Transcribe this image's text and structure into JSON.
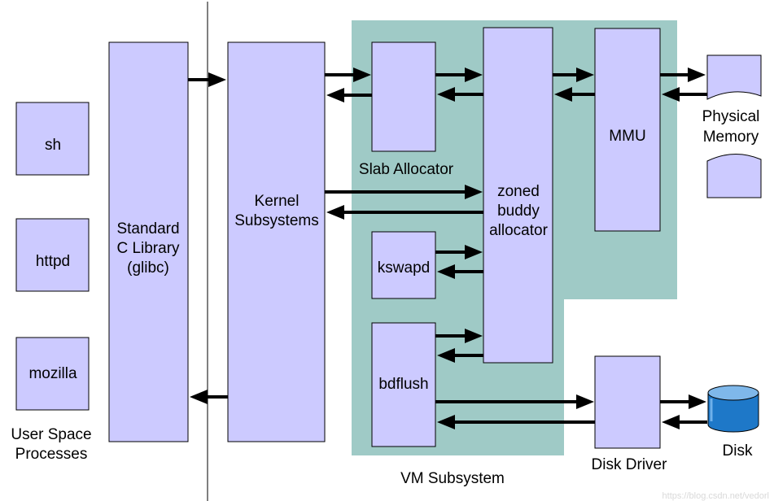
{
  "colors": {
    "box_fill": "#cccaff",
    "vm_background": "#9fcac6",
    "divider": "#808080",
    "disk": "#1e78c8"
  },
  "processes": {
    "sh": "sh",
    "httpd": "httpd",
    "mozilla": "mozilla",
    "caption_line1": "User Space",
    "caption_line2": "Processes"
  },
  "glibc": {
    "line1": "Standard",
    "line2": "C Library",
    "line3": "(glibc)"
  },
  "kernel": {
    "line1": "Kernel",
    "line2": "Subsystems"
  },
  "vm": {
    "caption": "VM Subsystem",
    "slab": "Slab Allocator",
    "buddy_line1": "zoned",
    "buddy_line2": "buddy",
    "buddy_line3": "allocator",
    "mmu": "MMU",
    "kswapd": "kswapd",
    "bdflush": "bdflush"
  },
  "memory": {
    "line1": "Physical",
    "line2": "Memory"
  },
  "disk_driver": "Disk Driver",
  "disk": "Disk",
  "watermark": "https://blog.csdn.net/vedorl"
}
